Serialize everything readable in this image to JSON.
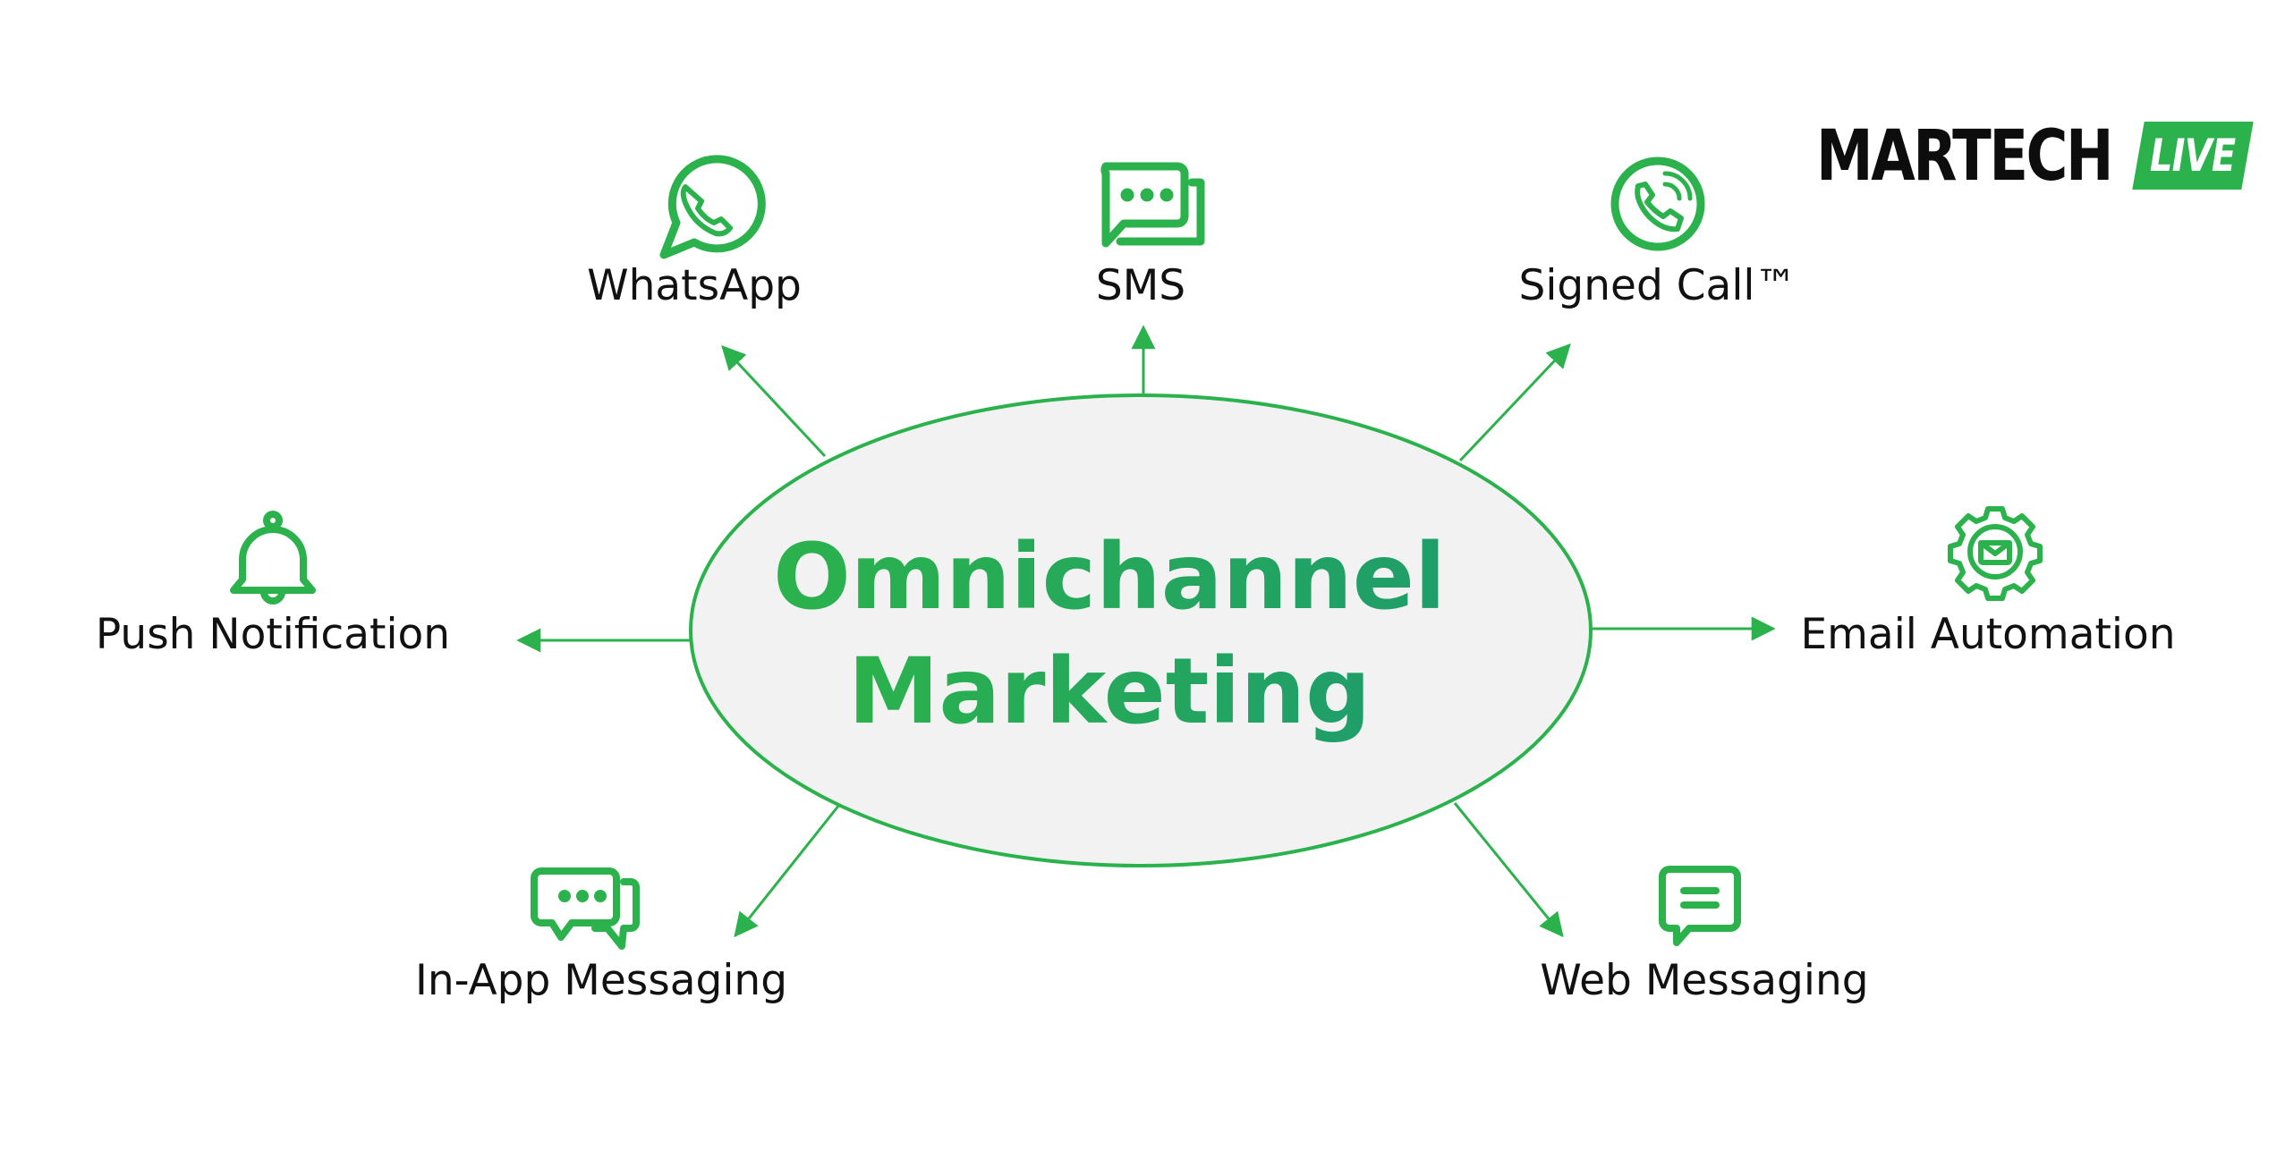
{
  "center": {
    "line1": "Omnichannel",
    "line2": "Marketing"
  },
  "channels": [
    {
      "id": "whatsapp",
      "label": "WhatsApp",
      "icon": "whatsapp-icon"
    },
    {
      "id": "sms",
      "label": "SMS",
      "icon": "sms-icon"
    },
    {
      "id": "signed-call",
      "label": "Signed Call™",
      "icon": "phone-call-icon"
    },
    {
      "id": "push-notification",
      "label": "Push Notification",
      "icon": "bell-icon"
    },
    {
      "id": "email-automation",
      "label": "Email Automation",
      "icon": "gear-mail-icon"
    },
    {
      "id": "in-app-messaging",
      "label": "In-App Messaging",
      "icon": "chat-bubbles-icon"
    },
    {
      "id": "web-messaging",
      "label": "Web Messaging",
      "icon": "message-lines-icon"
    }
  ],
  "logo": {
    "main": "MARTECH",
    "badge": "LIVE"
  },
  "colors": {
    "green": "#2bb24c",
    "green_dark": "#1f9e6a",
    "ellipse_fill": "#f2f2f2",
    "text": "#111111"
  }
}
